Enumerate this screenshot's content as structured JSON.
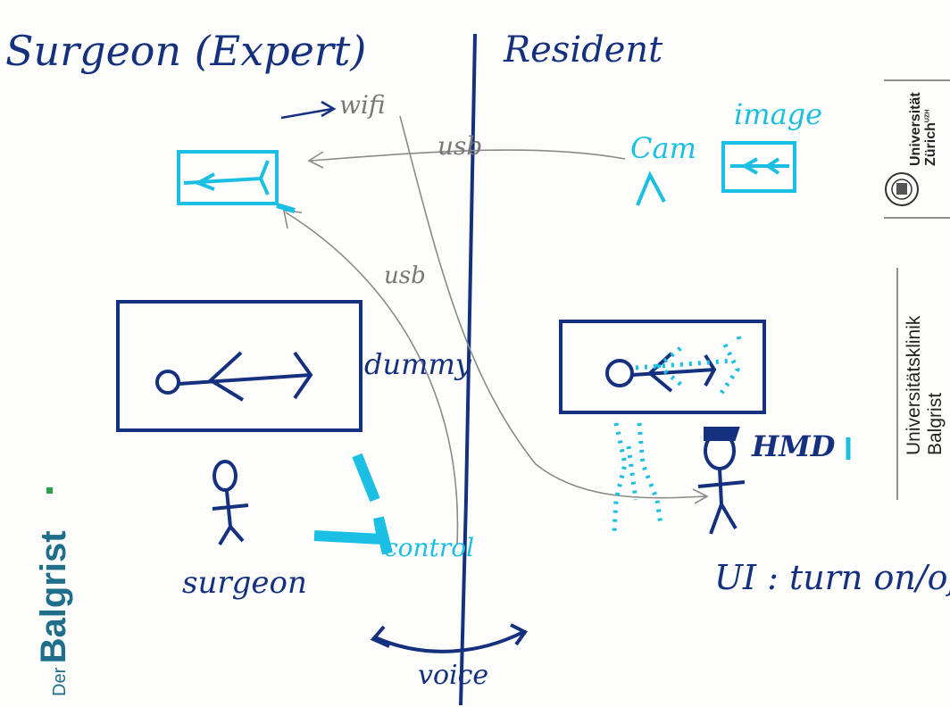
{
  "sketch": {
    "surgeon_side_title": "Surgeon (Expert)",
    "resident_side_title": "Resident",
    "wifi_label": "wifi",
    "usb_top_label": "usb",
    "usb_middle_label": "usb",
    "cam_label": "Cam",
    "image_label": "image",
    "dummy_label": "dummy",
    "control_label": "control",
    "surgeon_label": "surgeon",
    "hmd_label": "HMD",
    "ui_label": "UI : turn on/off",
    "voice_label": "voice"
  },
  "logos": {
    "uzh_name_line1": "Universität",
    "uzh_name_line2": "Zürich",
    "uzh_superscript": "UZH",
    "balgrist_clinic_line1": "Universitätsklinik",
    "balgrist_clinic_line2": "Balgrist",
    "der_prefix": "Der",
    "balgrist_brand": "Balgrist",
    "brand_color": "#1f6e8c",
    "accent_green": "#2f9d4a"
  },
  "colors": {
    "ink_dark_blue": "#14307f",
    "ink_cyan": "#1bbfe3",
    "pencil_gray": "#8a8a8a"
  }
}
